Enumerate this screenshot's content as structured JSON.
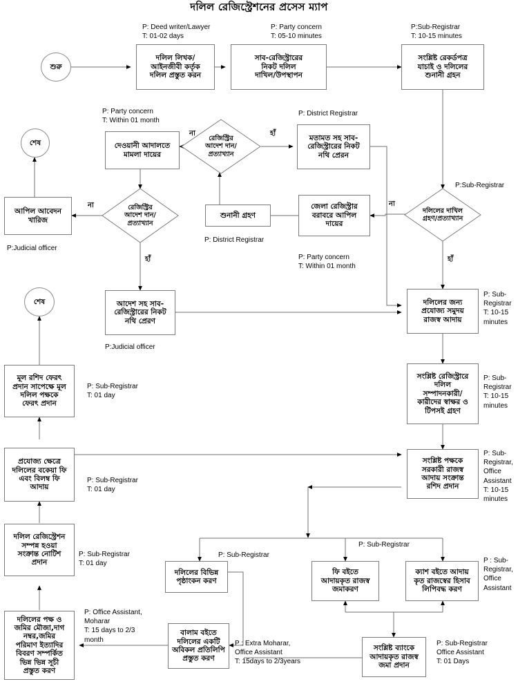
{
  "title": "দলিল রেজিস্ট্রেশনের প্রসেস ম্যাপ",
  "colors": {
    "stroke": "#7b7b7b",
    "line": "#6f6f6f",
    "text": "#000000",
    "bg": "#ffffff"
  },
  "terminators": {
    "start": "শুরু",
    "end_top": "শেষ",
    "end_mid": "শেষ"
  },
  "yes_label": "হাঁ",
  "no_label": "না",
  "nodes": {
    "n01": "দলিল লিখক/\nআইনজীবী কর্তৃক\nদলিল প্রস্তুত করন",
    "n02": "সাব-রেজিস্ট্রারের\nনিকট দলিল\nদাখিল/উপস্থাপন",
    "n03": "সংশ্লিষ্ট রেকর্ডপত্র\nযাচাই ও দলিলের\nশুনানী গ্রহন",
    "d01": "দলিলের দাখিল\nগ্রহণ/প্রত্যাখ্যান",
    "n04": "জেলা রেজিস্ট্রার\nবরাবরে আপিল\nদায়ের",
    "n05": "শুনানী গ্রহণ",
    "d02": "রেজিস্ট্রির\nআদেশ দান/\nপ্রত্যাখ্যান",
    "n06": "মতামত সহ সাব-\nরেজিস্ট্রারের নিকট\nনথি প্রেরন",
    "n07": "দেওয়ানী আদালতে\nমামলা দায়ের",
    "d03": "রেজিস্ট্রির\nআদেশ দান/\nপ্রত্যাখ্যান",
    "n08": "আপিল আবেদন\nখারিজ",
    "n09": "আদেশ সহ সাব-\nরেজিস্ট্রারের নিকট\nনথি প্রেরণ",
    "n10": "দলিলের জন্য\nপ্রযোজ্য সমুদয়\nরাজস্ব আদায়",
    "n11": "সংশ্লিষ্ট রেজিস্ট্রারে\nদলিল\nসম্পাদনকারী/\nকারীদের স্বাক্ষর ও\nটিপসই গ্রহণ",
    "n12": "সংশ্লিষ্ট পক্ষকে\nসরকারী রাজস্ব\nআদায় সংক্রান্ত\nরশিদ প্রদান",
    "n13": "মূল রশিদ ফেরৎ\nপ্রদান সাপেক্ষে মূল\nদলিল পক্ষকে\nফেরৎ প্রদান",
    "n14": "প্রযোজ্য ক্ষেত্রে\nদলিলের বকেয়া ফি\nএবং বিলম্ব ফি\nআদায়",
    "n15": "দলিল রেজিস্ট্রেশন\nসম্পন্ন হওয়া\nসংক্রান্ত নোটিশ\nপ্রদান",
    "n16": "দলিলের পক্ষ ও\nজমির মৌজা,দাগ\nনম্বর,জমির\nপরিমাণ ইত্যাদির\nবিবরণ সম্পর্কিত\nভিন্ন ভিন্ন সূচী\nপ্রস্তুত করণ",
    "n17": "দলিলের বিভিন্ন\nপৃষ্ঠাংকন করণ",
    "n18": "ফি বইতে\nআদায়কৃত রাজস্ব\nজমাকরণ",
    "n19": "ক্যাশ বইতে আদায়\nকৃত রাজস্বের হিসাব\nলিপিবদ্ধ করণ",
    "n20": "বালাম বইতে\nদলিলের একটি\nঅবিকল প্রতিলিপি\nপ্রস্তুত করণ",
    "n21": "সংশ্লিষ্ট ব্যাংকে\nআদায়কৃত রাজস্ব\nজমা প্রদান"
  },
  "annotations": {
    "a01": "P: Deed writer/Lawyer\nT: 01-02 days",
    "a02": "P: Party concern\nT: 05-10 minutes",
    "a03": "P:Sub-Registrar\nT: 10-15 minutes",
    "a04": "P:Sub-Registrar",
    "a05": "P: District Registrar",
    "a06": "P: Party concern\nT: Within 01 month",
    "a07": "P: District Registrar",
    "a08": "P: Party concern\nT: Within 01 month",
    "a09": "P:Judicial officer",
    "a10": "P:Judicial officer",
    "a11": "P: Sub-\nRegistrar\nT: 10-15\nminutes",
    "a12": "P: Sub-\nRegistrar\nT: 10-15\nminutes",
    "a13": "P: Sub-Registrar\nT: 01 day",
    "a14": "P: Sub-Registrar\nT: 01 day",
    "a15": "P: Sub-\nRegistrar,\nOffice\nAssistant\nT: 10-15\nminutes",
    "a16": "P: Sub-Registrar\nT: 01 day",
    "a17": "P: Office Assistant,\nMoharar\nT: 15 days to 2/3\nmonth",
    "a18": "P: Sub-Registrar",
    "a19": "P: Sub-Registrar",
    "a20": "P : Sub-\nRegistrar,\nOffice\nAssistant",
    "a21": "P : Extra Moharar,\nOffice Assistant\nT: 15days to 2/3years",
    "a22": "P: Sub-Registrar\nOffice Assistant\nT: 01 Days"
  },
  "decision_labels": {
    "d01_no": "না",
    "d01_yes": "হাঁ",
    "d02_no": "না",
    "d02_yes": "হাঁ",
    "d03_no": "না",
    "d03_yes": "হাঁ"
  }
}
